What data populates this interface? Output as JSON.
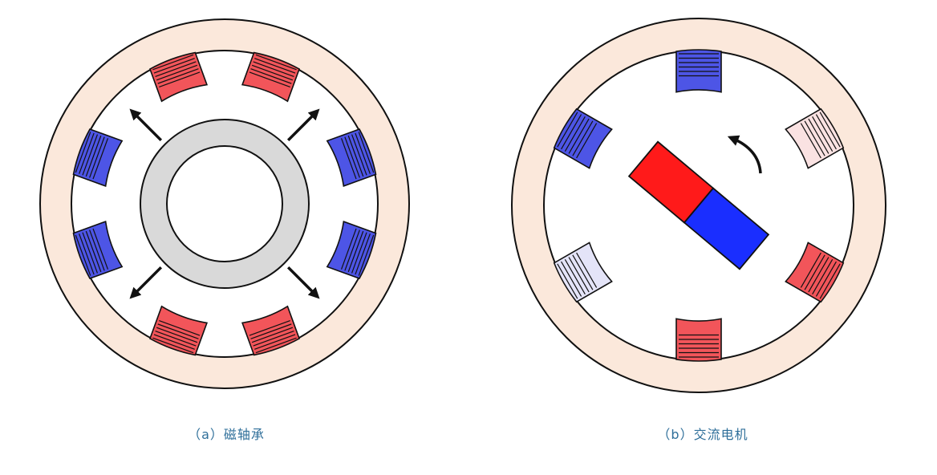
{
  "captions": {
    "a": "（a）磁轴承",
    "b": "（b）交流电机"
  },
  "colors": {
    "stator_ring": "#fbe8db",
    "outline": "#111111",
    "coil_red": "#f2555a",
    "coil_blue": "#4d55e6",
    "coil_red_pale": "#fae2e2",
    "coil_blue_pale": "#e4e4f8",
    "rotor_ring": "#d9d9d9",
    "magnet_north": "#ff1a1a",
    "magnet_south": "#1a2eff"
  },
  "bearing": {
    "coils": [
      {
        "angle": -110,
        "polarity": "red"
      },
      {
        "angle": -70,
        "polarity": "red"
      },
      {
        "angle": -20,
        "polarity": "blue"
      },
      {
        "angle": 20,
        "polarity": "blue"
      },
      {
        "angle": 70,
        "polarity": "red"
      },
      {
        "angle": 110,
        "polarity": "red"
      },
      {
        "angle": 160,
        "polarity": "blue"
      },
      {
        "angle": 200,
        "polarity": "blue"
      }
    ],
    "force_arrow_angles": [
      -135,
      -45,
      45,
      135
    ]
  },
  "motor": {
    "coils": [
      {
        "angle": -90,
        "polarity": "blue"
      },
      {
        "angle": -30,
        "polarity": "red_pale"
      },
      {
        "angle": 30,
        "polarity": "red"
      },
      {
        "angle": 90,
        "polarity": "red"
      },
      {
        "angle": 150,
        "polarity": "blue_pale"
      },
      {
        "angle": 210,
        "polarity": "blue"
      }
    ],
    "magnet_angle": 40,
    "rotation": "counterclockwise"
  }
}
